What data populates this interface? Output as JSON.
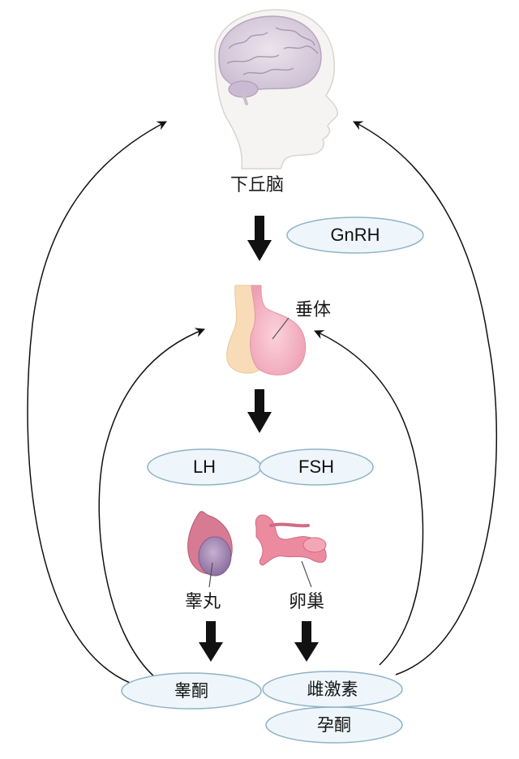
{
  "labels": {
    "hypothalamus": "下丘脑",
    "pituitary": "垂体",
    "testis": "睾丸",
    "ovary": "卵巢"
  },
  "hormones": {
    "gnrh": "GnRH",
    "lh": "LH",
    "fsh": "FSH",
    "testosterone": "睾酮",
    "estrogen": "雌激素",
    "progesterone": "孕酮"
  },
  "colors": {
    "pill_fill": "#eef6fb",
    "pill_stroke": "#8fb2c6",
    "arrow": "#111111",
    "pituitary_front": "#f7b9c8",
    "pituitary_back": "#f7dbb7",
    "brain": "#d9cfdd",
    "testis": "#a88ab7",
    "ovary": "#e8798e"
  },
  "icons": {
    "head": "brain-head-icon",
    "pituitary": "pituitary-gland-icon",
    "testis": "testis-icon",
    "ovary": "uterus-ovary-icon"
  }
}
